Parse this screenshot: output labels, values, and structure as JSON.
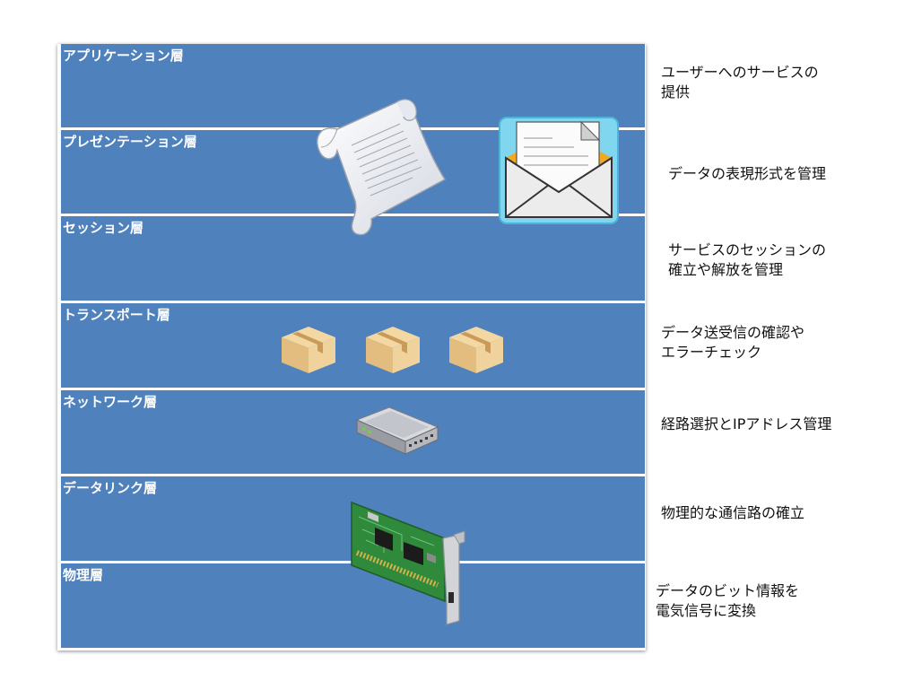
{
  "layers": [
    {
      "name": "アプリケーション層",
      "desc": [
        "ユーザーへのサービスの",
        "提供"
      ]
    },
    {
      "name": "プレゼンテーション層",
      "desc": [
        "データの表現形式を管理"
      ]
    },
    {
      "name": "セッション層",
      "desc": [
        "サービスのセッションの",
        "確立や解放を管理"
      ]
    },
    {
      "name": "トランスポート層",
      "desc": [
        "データ送受信の確認や",
        "エラーチェック"
      ]
    },
    {
      "name": "ネットワーク層",
      "desc": [
        "経路選択とIPアドレス管理"
      ]
    },
    {
      "name": "データリンク層",
      "desc": [
        "物理的な通信路の確立"
      ]
    },
    {
      "name": "物理層",
      "desc": [
        "データのビット情報を",
        "電気信号に変換"
      ]
    }
  ],
  "colors": {
    "layer": "#4f81bd",
    "divider": "#ffffff",
    "label": "#ffffff"
  },
  "icons": [
    "scroll-icon",
    "envelope-icon",
    "box-icon",
    "router-icon",
    "network-card-icon"
  ]
}
